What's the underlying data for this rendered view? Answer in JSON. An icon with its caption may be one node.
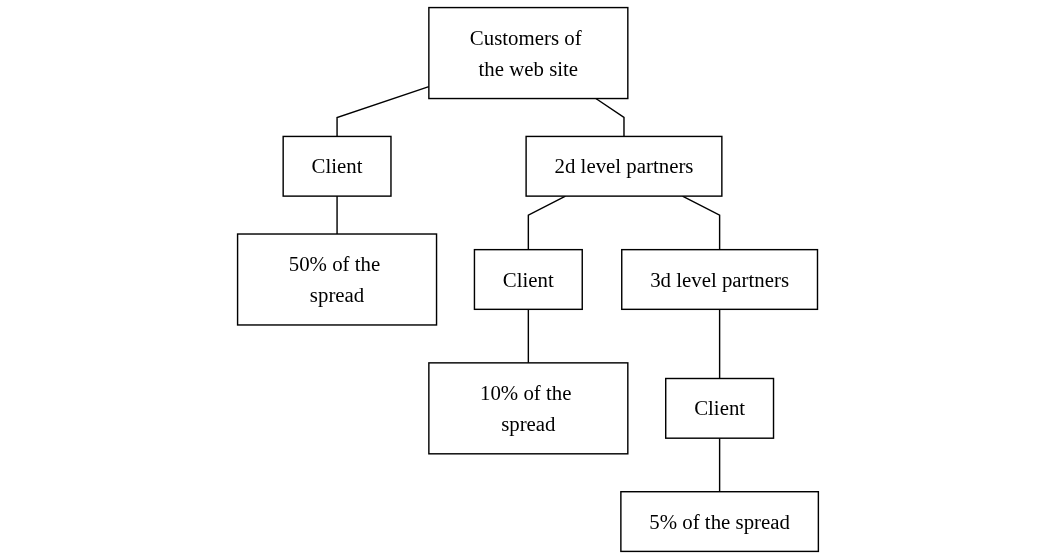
{
  "diagram": {
    "nodes": [
      {
        "text": [
          "Customers of the web site"
        ]
      },
      {
        "text": [
          "Client"
        ]
      },
      {
        "text": [
          "2d level partners"
        ]
      },
      {
        "text": [
          "50% of the spread"
        ]
      },
      {
        "text": [
          "Client"
        ]
      },
      {
        "text": [
          "3d level partners"
        ]
      },
      {
        "text": [
          "10% of the spread"
        ]
      },
      {
        "text": [
          "Client"
        ]
      },
      {
        "text": [
          "5% of the spread"
        ]
      }
    ],
    "edges": [
      {
        "from": 0,
        "to": 1,
        "arrow": "none"
      },
      {
        "from": 0,
        "to": 2,
        "arrow": "none"
      },
      {
        "from": 1,
        "to": 3,
        "arrow": "none"
      },
      {
        "from": 2,
        "to": 4,
        "arrow": "none"
      },
      {
        "from": 2,
        "to": 5,
        "arrow": "none"
      },
      {
        "from": 4,
        "to": 6,
        "arrow": "none"
      },
      {
        "from": 5,
        "to": 7,
        "arrow": "none"
      },
      {
        "from": 7,
        "to": 8,
        "arrow": "none"
      }
    ]
  }
}
